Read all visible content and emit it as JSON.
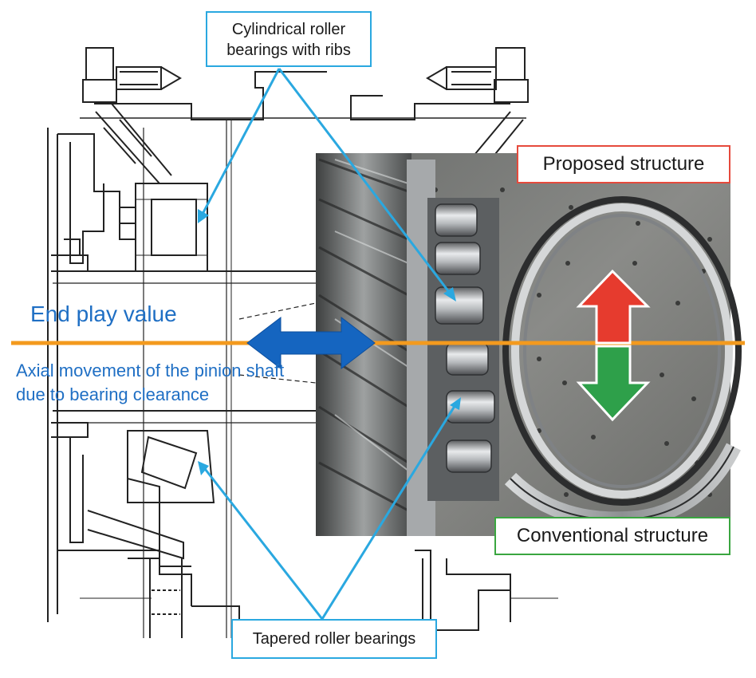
{
  "labels": {
    "cylindrical_line1": "Cylindrical roller",
    "cylindrical_line2": "bearings with ribs",
    "proposed": "Proposed structure",
    "conventional": "Conventional structure",
    "tapered": "Tapered roller bearings",
    "end_play": "End play value",
    "axial_line1": "Axial movement of the pinion shaft",
    "axial_line2": "due to bearing clearance"
  },
  "colors": {
    "callout_blue": "#2aa8e0",
    "text_blue": "#1f6fc4",
    "axis_orange": "#f39a1e",
    "arrow_blue": "#1565c0",
    "proposed_red": "#e64a3c",
    "conventional_green": "#3aa640"
  },
  "icons": {
    "axial_arrow": "double-headed-horizontal-arrow-icon",
    "up_arrow": "red-up-arrow-icon",
    "down_arrow": "green-down-arrow-icon"
  }
}
